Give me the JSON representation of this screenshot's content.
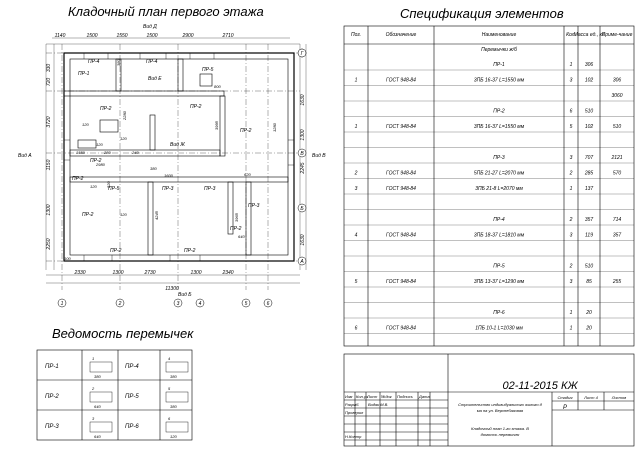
{
  "plan": {
    "title": "Кладочный план первого этажа",
    "dims_top": [
      "1140",
      "1500",
      "1550",
      "1500",
      "2900",
      "2710"
    ],
    "dims_bottom": [
      "2330",
      "1300",
      "2730",
      "1300",
      "2340"
    ],
    "dim_total": "11300",
    "dims_left": [
      "330",
      "720",
      "3720",
      "1150",
      "1300",
      "2250"
    ],
    "dims_right": [
      "1630",
      "1300",
      "2245",
      "1630"
    ],
    "axes_top": [
      "Г"
    ],
    "axes_right": [
      "Г",
      "В",
      "Б",
      "А"
    ],
    "axes_bottom": [
      "1",
      "2",
      "3",
      "4",
      "5",
      "6"
    ],
    "views": {
      "d": "Вид Д",
      "e": "Вид Е",
      "zh": "Вид Ж",
      "a": "Вид А",
      "v": "Вид В",
      "b": "Вид Б"
    },
    "lintels": [
      "ПР-1",
      "ПР-4",
      "ПР-4",
      "ПР-5",
      "ПР-2",
      "ПР-2",
      "ПР-2",
      "ПР-2",
      "ПР-5",
      "ПР-3",
      "ПР-3",
      "ПР-3",
      "ПР-2",
      "ПР-2",
      "ПР-2",
      "ПР-2",
      "ПР-2"
    ],
    "inner_dims": [
      "380",
      "800",
      "120",
      "2280",
      "120",
      "120",
      "1550",
      "280",
      "240",
      "2980",
      "380",
      "1600",
      "3995",
      "1280",
      "620",
      "120",
      "4245",
      "3965",
      "640",
      "220",
      "120",
      "100"
    ]
  },
  "schedule": {
    "title": "Ведомость перемычек",
    "cells": [
      {
        "mark": "ПР-1",
        "dims": [
          "1",
          "380"
        ]
      },
      {
        "mark": "ПР-4",
        "dims": [
          "4",
          "380"
        ]
      },
      {
        "mark": "ПР-2",
        "dims": [
          "2",
          "640"
        ]
      },
      {
        "mark": "ПР-5",
        "dims": [
          "5",
          "380"
        ]
      },
      {
        "mark": "ПР-3",
        "dims": [
          "3",
          "640"
        ]
      },
      {
        "mark": "ПР-6",
        "dims": [
          "6",
          "120"
        ]
      }
    ]
  },
  "spec": {
    "title": "Спецификация элементов",
    "headers": [
      "Поз.",
      "Обозначение",
      "Наименование",
      "Кол.",
      "Масса ед., кг",
      "Приме-чание"
    ],
    "section": "Перемычки ж/б",
    "rows": [
      {
        "pos": "",
        "doc": "",
        "name": "ПР-1",
        "qty": "1",
        "mass": "306",
        "note": ""
      },
      {
        "pos": "1",
        "doc": "ГОСТ 948-84",
        "name": "3ПБ 16-37 L=1550 мм",
        "qty": "3",
        "mass": "102",
        "note": "306"
      },
      {
        "pos": "",
        "doc": "",
        "name": "",
        "qty": "",
        "mass": "",
        "note": "3060"
      },
      {
        "pos": "",
        "doc": "",
        "name": "ПР-2",
        "qty": "6",
        "mass": "510",
        "note": ""
      },
      {
        "pos": "1",
        "doc": "ГОСТ 948-84",
        "name": "3ПБ 16-37 L=1550 мм",
        "qty": "5",
        "mass": "102",
        "note": "510"
      },
      {
        "pos": "",
        "doc": "",
        "name": "",
        "qty": "",
        "mass": "",
        "note": ""
      },
      {
        "pos": "",
        "doc": "",
        "name": "ПР-3",
        "qty": "3",
        "mass": "707",
        "note": "2121"
      },
      {
        "pos": "2",
        "doc": "ГОСТ 948-84",
        "name": "5ПБ 21-27 L=2070 мм",
        "qty": "2",
        "mass": "285",
        "note": "570"
      },
      {
        "pos": "3",
        "doc": "ГОСТ 948-84",
        "name": "3ПБ 21-8 L=2070 мм",
        "qty": "1",
        "mass": "137",
        "note": ""
      },
      {
        "pos": "",
        "doc": "",
        "name": "",
        "qty": "",
        "mass": "",
        "note": ""
      },
      {
        "pos": "",
        "doc": "",
        "name": "ПР-4",
        "qty": "2",
        "mass": "357",
        "note": "714"
      },
      {
        "pos": "4",
        "doc": "ГОСТ 948-84",
        "name": "3ПБ 18-37 L=1810 мм",
        "qty": "3",
        "mass": "119",
        "note": "357"
      },
      {
        "pos": "",
        "doc": "",
        "name": "",
        "qty": "",
        "mass": "",
        "note": ""
      },
      {
        "pos": "",
        "doc": "",
        "name": "ПР-5",
        "qty": "2",
        "mass": "510",
        "note": ""
      },
      {
        "pos": "5",
        "doc": "ГОСТ 948-84",
        "name": "3ПБ 13-37 L=1290 мм",
        "qty": "3",
        "mass": "85",
        "note": "255"
      },
      {
        "pos": "",
        "doc": "",
        "name": "",
        "qty": "",
        "mass": "",
        "note": ""
      },
      {
        "pos": "",
        "doc": "",
        "name": "ПР-6",
        "qty": "1",
        "mass": "20",
        "note": ""
      },
      {
        "pos": "6",
        "doc": "ГОСТ 948-84",
        "name": "1ПБ 10-1 L=1030 мм",
        "qty": "1",
        "mass": "20",
        "note": ""
      }
    ]
  },
  "stamp": {
    "code": "02-11-2015 КЖ",
    "head": [
      "Изм",
      "Кол.уч",
      "Лист",
      "№док",
      "Подпись",
      "Дата"
    ],
    "roles": [
      {
        "role": "Разраб.",
        "name": "Видяк М.В."
      },
      {
        "role": "Проверил",
        "name": ""
      }
    ],
    "nkontr": "Н.Контр",
    "project": "Строительство индивидуального жилого дома на ул. Верхнебазовая",
    "sheet_title": "Кладочный план 1-го этажа. Ведомость перемычек",
    "stage_label": "Стадия",
    "sheet_label": "Лист 4",
    "sheets_label": "Листов",
    "stage": "Р"
  }
}
